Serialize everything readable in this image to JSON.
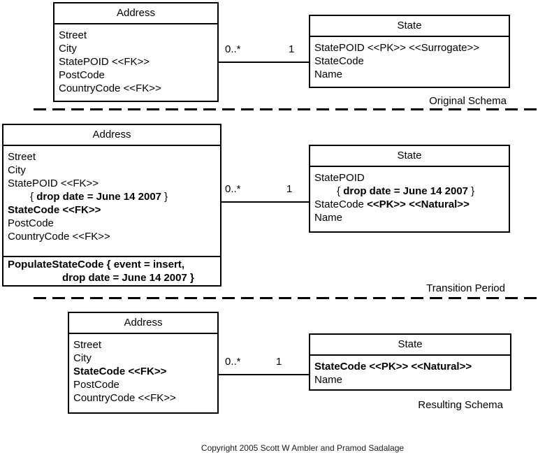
{
  "sections": {
    "original": {
      "label": "Original Schema"
    },
    "transition": {
      "label": "Transition Period"
    },
    "resulting": {
      "label": "Resulting Schema"
    }
  },
  "connector": {
    "many": "0..*",
    "one": "1"
  },
  "boxes": {
    "original_address": {
      "title": "Address",
      "attrs": [
        {
          "indent": 0,
          "segs": [
            {
              "t": "Street",
              "b": 0
            }
          ]
        },
        {
          "indent": 0,
          "segs": [
            {
              "t": "City",
              "b": 0
            }
          ]
        },
        {
          "indent": 0,
          "segs": [
            {
              "t": "StatePOID <<FK>>",
              "b": 0
            }
          ]
        },
        {
          "indent": 0,
          "segs": [
            {
              "t": "PostCode",
              "b": 0
            }
          ]
        },
        {
          "indent": 0,
          "segs": [
            {
              "t": "CountryCode <<FK>>",
              "b": 0
            }
          ]
        }
      ]
    },
    "original_state": {
      "title": "State",
      "attrs": [
        {
          "indent": 0,
          "segs": [
            {
              "t": "StatePOID <<PK>> <<Surrogate>>",
              "b": 0
            }
          ]
        },
        {
          "indent": 0,
          "segs": [
            {
              "t": "StateCode",
              "b": 0
            }
          ]
        },
        {
          "indent": 0,
          "segs": [
            {
              "t": "Name",
              "b": 0
            }
          ]
        }
      ]
    },
    "transition_address": {
      "title": "Address",
      "attrs": [
        {
          "indent": 0,
          "segs": [
            {
              "t": "Street",
              "b": 0
            }
          ]
        },
        {
          "indent": 0,
          "segs": [
            {
              "t": "City",
              "b": 0
            }
          ]
        },
        {
          "indent": 0,
          "segs": [
            {
              "t": "StatePOID <<FK>>",
              "b": 0
            }
          ]
        },
        {
          "indent": 1,
          "segs": [
            {
              "t": "{ ",
              "b": 0
            },
            {
              "t": "drop date = June 14 2007",
              "b": 1
            },
            {
              "t": " }",
              "b": 0
            }
          ]
        },
        {
          "indent": 0,
          "segs": [
            {
              "t": "StateCode <<FK>>",
              "b": 1
            }
          ]
        },
        {
          "indent": 0,
          "segs": [
            {
              "t": "PostCode",
              "b": 0
            }
          ]
        },
        {
          "indent": 0,
          "segs": [
            {
              "t": "CountryCode <<FK>>",
              "b": 0
            }
          ]
        }
      ],
      "ops": [
        {
          "indent": 0,
          "segs": [
            {
              "t": "PopulateStateCode { event = insert,",
              "b": 1
            }
          ]
        },
        {
          "indent": 2,
          "segs": [
            {
              "t": "drop date = June 14 2007 }",
              "b": 1
            }
          ]
        }
      ]
    },
    "transition_state": {
      "title": "State",
      "attrs": [
        {
          "indent": 0,
          "segs": [
            {
              "t": "StatePOID",
              "b": 0
            }
          ]
        },
        {
          "indent": 1,
          "segs": [
            {
              "t": "{ ",
              "b": 0
            },
            {
              "t": "drop date = June 14 2007",
              "b": 1
            },
            {
              "t": " }",
              "b": 0
            }
          ]
        },
        {
          "indent": 0,
          "segs": [
            {
              "t": "StateCode ",
              "b": 0
            },
            {
              "t": "<<PK>> <<Natural>>",
              "b": 1
            }
          ]
        },
        {
          "indent": 0,
          "segs": [
            {
              "t": "Name",
              "b": 0
            }
          ]
        }
      ]
    },
    "resulting_address": {
      "title": "Address",
      "attrs": [
        {
          "indent": 0,
          "segs": [
            {
              "t": "Street",
              "b": 0
            }
          ]
        },
        {
          "indent": 0,
          "segs": [
            {
              "t": "City",
              "b": 0
            }
          ]
        },
        {
          "indent": 0,
          "segs": [
            {
              "t": "StateCode <<FK>>",
              "b": 1
            }
          ]
        },
        {
          "indent": 0,
          "segs": [
            {
              "t": "PostCode",
              "b": 0
            }
          ]
        },
        {
          "indent": 0,
          "segs": [
            {
              "t": "CountryCode <<FK>>",
              "b": 0
            }
          ]
        }
      ]
    },
    "resulting_state": {
      "title": "State",
      "attrs": [
        {
          "indent": 0,
          "segs": [
            {
              "t": "StateCode <<PK>> <<Natural>>",
              "b": 1
            }
          ]
        },
        {
          "indent": 0,
          "segs": [
            {
              "t": "Name",
              "b": 0
            }
          ]
        }
      ]
    }
  },
  "footer": {
    "copyright": "Copyright 2005 Scott W Ambler and Pramod Sadalage"
  }
}
